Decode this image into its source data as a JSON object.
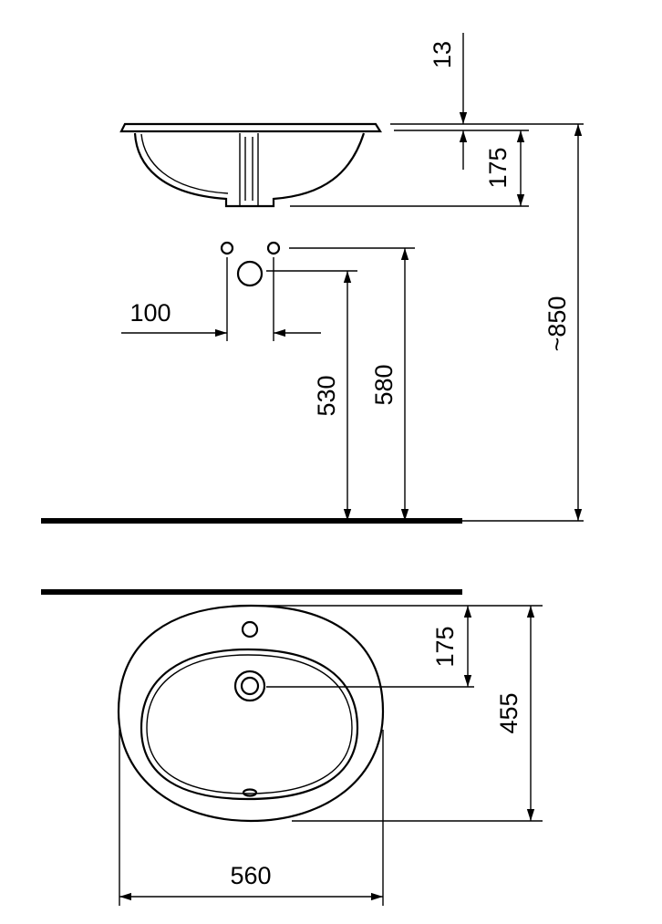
{
  "dimensions": {
    "rim_thickness": "13",
    "bowl_depth_side": "175",
    "overall_height": "~850",
    "tap_hole_spacing": "100",
    "waste_height": "530",
    "supply_height": "580",
    "tap_hole_offset": "175",
    "basin_depth": "455",
    "basin_width": "560"
  },
  "colors": {
    "line": "#000000",
    "background": "#ffffff"
  }
}
